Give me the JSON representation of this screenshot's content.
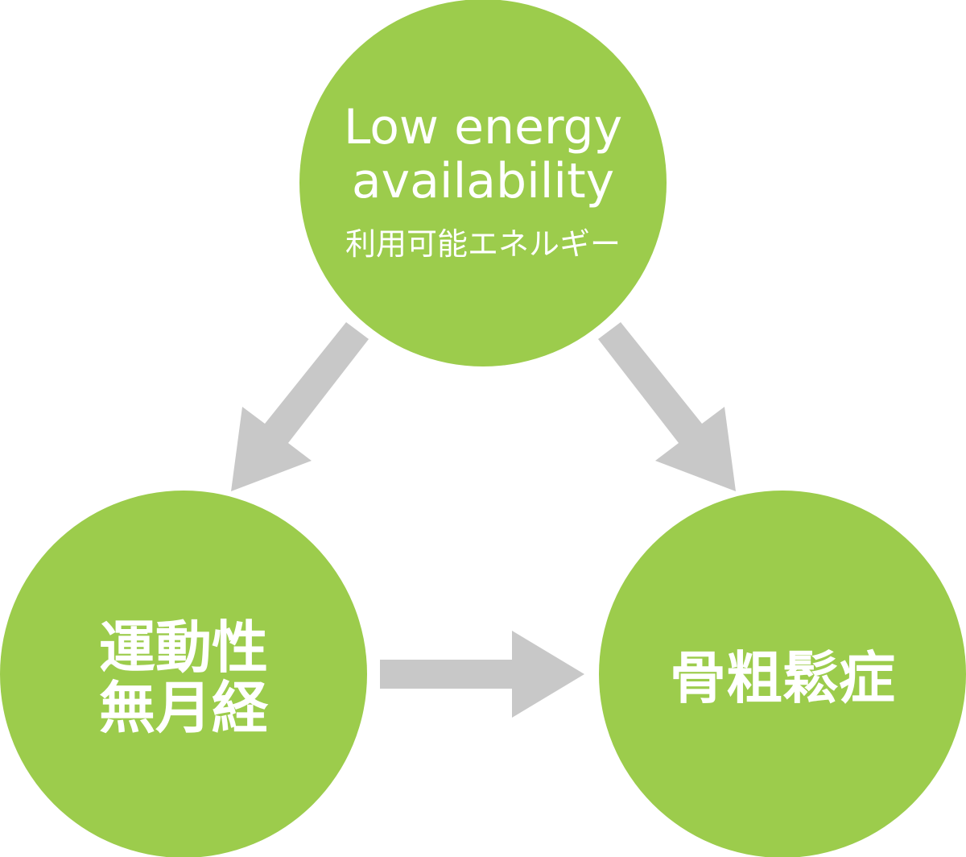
{
  "colors": {
    "node_fill": "#9ccc4c",
    "arrow_fill": "#c8c8c8",
    "text": "#ffffff",
    "background": "#ffffff"
  },
  "top_node": {
    "line1": "Low energy",
    "line2": "availability",
    "subtitle": "利用可能エネルギー"
  },
  "left_node": {
    "line1": "運動性",
    "line2": "無月経"
  },
  "right_node": {
    "label": "骨粗鬆症"
  }
}
